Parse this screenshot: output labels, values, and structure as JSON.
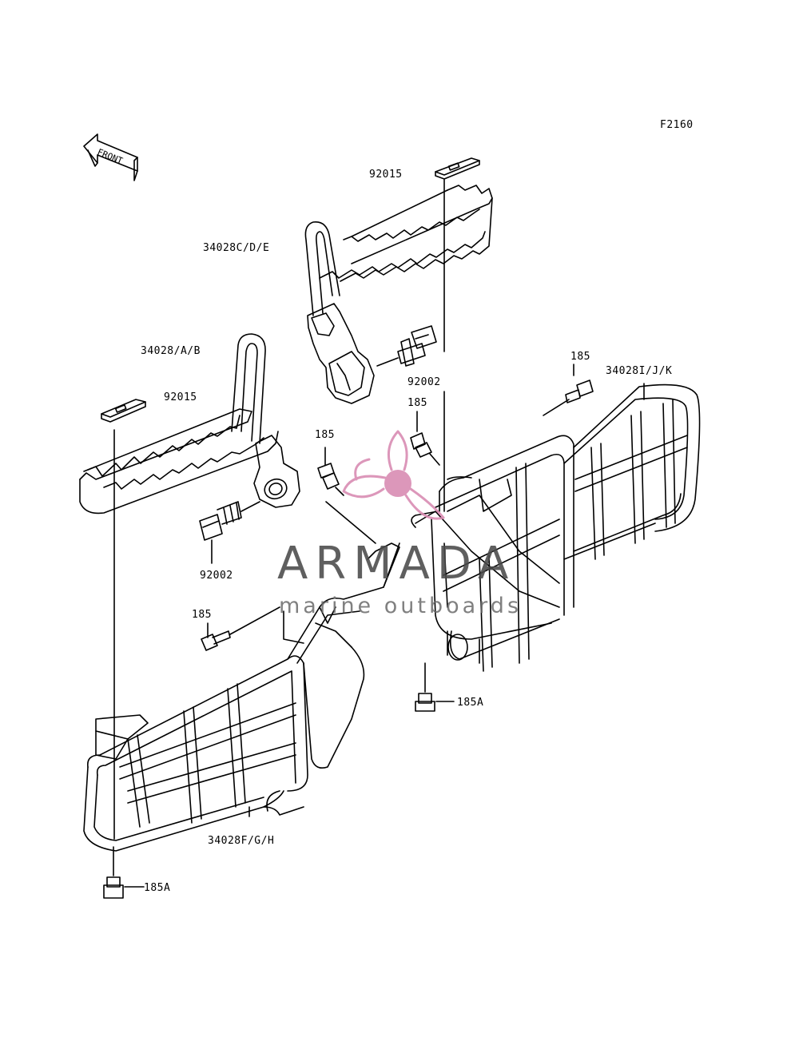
{
  "diagram_code": "F2160",
  "front_label": "FRONT",
  "watermark": {
    "brand": "ARMADA",
    "tagline": "marine outboards",
    "accent_color": "#d98cb3"
  },
  "labels": {
    "p92015_top": "92015",
    "p34028cde": "34028C/D/E",
    "p34028ab": "34028/A/B",
    "p92015_left": "92015",
    "p92002_right": "92002",
    "p92002_left": "92002",
    "p185_top_right": "185",
    "p34028ijk": "34028I/J/K",
    "p185_mid": "185",
    "p185_center": "185",
    "p185_left": "185",
    "p185a_right": "185A",
    "p34028fgh": "34028F/G/H",
    "p185a_left": "185A"
  }
}
